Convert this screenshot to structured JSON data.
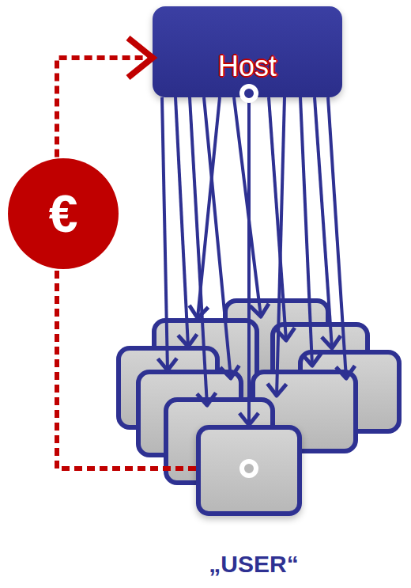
{
  "diagram": {
    "nodes": [
      {
        "text": [
          "Host"
        ]
      },
      {
        "text": [
          "„USER“"
        ]
      },
      {
        "text": [
          "€"
        ]
      }
    ],
    "edges": [
      {
        "from": 0,
        "to": 1,
        "arrow": "to"
      },
      {
        "from": 1,
        "to": 2,
        "arrow": "none"
      },
      {
        "from": 2,
        "to": 0,
        "arrow": "to"
      }
    ]
  }
}
